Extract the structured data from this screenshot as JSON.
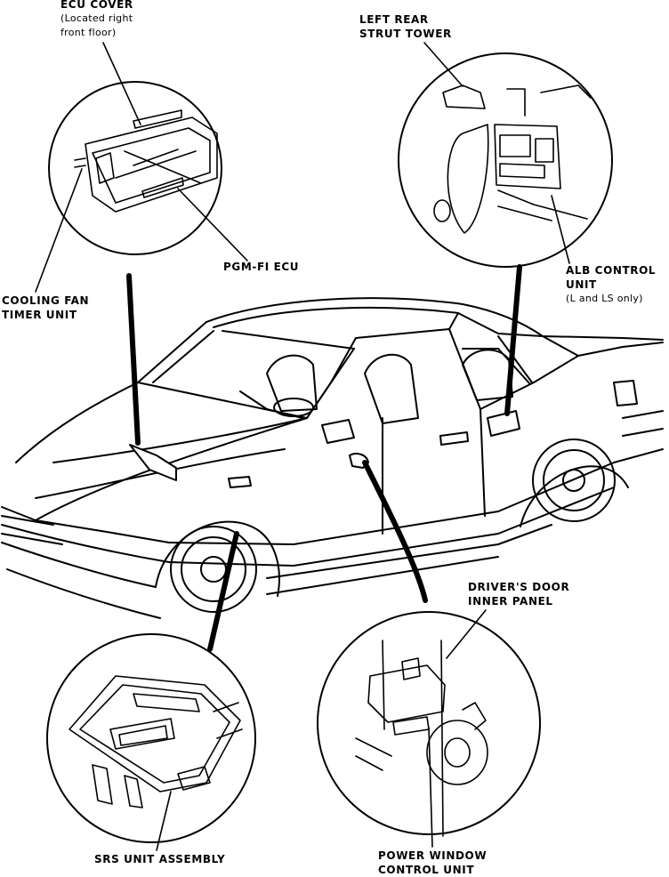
{
  "labels": {
    "ecu_cover": {
      "title": "ECU COVER",
      "line2": "(Located right",
      "line3": "front floor)"
    },
    "left_rear_strut_tower": {
      "line1": "LEFT REAR",
      "line2": "STRUT TOWER"
    },
    "pgm_fi_ecu": "PGM-FI ECU",
    "alb_control_unit": {
      "line1": "ALB CONTROL",
      "line2": "UNIT",
      "line3": "(L and LS only)"
    },
    "cooling_fan_timer_unit": {
      "line1": "COOLING FAN",
      "line2": "TIMER UNIT"
    },
    "drivers_door_inner_panel": {
      "line1": "DRIVER'S DOOR",
      "line2": "INNER PANEL"
    },
    "srs_unit_assembly": "SRS UNIT ASSEMBLY",
    "power_window_control_unit": {
      "line1": "POWER WINDOW",
      "line2": "CONTROL UNIT"
    }
  },
  "colors": {
    "ink": "#000000",
    "paper": "#ffffff"
  }
}
